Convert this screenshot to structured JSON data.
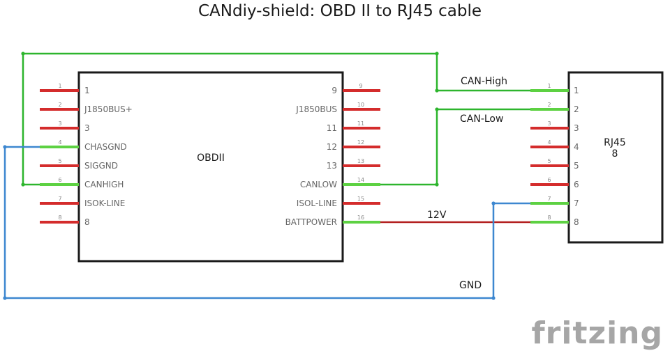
{
  "title": "CANdiy-shield: OBD II to RJ45 cable",
  "colors": {
    "green_wire": "#2db52d",
    "blue_wire": "#3d87d0",
    "red_wire": "#b32020",
    "pin_unconnected": "#d42c2c",
    "pin_connected": "#5dd142",
    "outline": "#1a1a1a"
  },
  "obd": {
    "name": "OBDII",
    "left_pins": [
      {
        "num": "1",
        "label": "1",
        "connected": false
      },
      {
        "num": "2",
        "label": "J1850BUS+",
        "connected": false
      },
      {
        "num": "3",
        "label": "3",
        "connected": false
      },
      {
        "num": "4",
        "label": "CHASGND",
        "connected": true
      },
      {
        "num": "5",
        "label": "SIGGND",
        "connected": false
      },
      {
        "num": "6",
        "label": "CANHIGH",
        "connected": true
      },
      {
        "num": "7",
        "label": "ISOK-LINE",
        "connected": false
      },
      {
        "num": "8",
        "label": "8",
        "connected": false
      }
    ],
    "right_pins": [
      {
        "num": "9",
        "label": "9",
        "connected": false
      },
      {
        "num": "10",
        "label": "J1850BUS",
        "connected": false
      },
      {
        "num": "11",
        "label": "11",
        "connected": false
      },
      {
        "num": "12",
        "label": "12",
        "connected": false
      },
      {
        "num": "13",
        "label": "13",
        "connected": false
      },
      {
        "num": "14",
        "label": "CANLOW",
        "connected": true
      },
      {
        "num": "15",
        "label": "ISOL-LINE",
        "connected": false
      },
      {
        "num": "16",
        "label": "BATTPOWER",
        "connected": true
      }
    ]
  },
  "rj45": {
    "name_line1": "RJ45",
    "name_line2": "8",
    "pins": [
      {
        "num": "1",
        "label": "1",
        "connected": true
      },
      {
        "num": "2",
        "label": "2",
        "connected": true
      },
      {
        "num": "3",
        "label": "3",
        "connected": false
      },
      {
        "num": "4",
        "label": "4",
        "connected": false
      },
      {
        "num": "5",
        "label": "5",
        "connected": false
      },
      {
        "num": "6",
        "label": "6",
        "connected": false
      },
      {
        "num": "7",
        "label": "7",
        "connected": true
      },
      {
        "num": "8",
        "label": "8",
        "connected": true
      }
    ]
  },
  "wires": [
    {
      "name": "CAN-High",
      "color_key": "green_wire"
    },
    {
      "name": "CAN-Low",
      "color_key": "green_wire"
    },
    {
      "name": "12V",
      "color_key": "red_wire"
    },
    {
      "name": "GND",
      "color_key": "blue_wire"
    }
  ],
  "brand": "fritzing"
}
